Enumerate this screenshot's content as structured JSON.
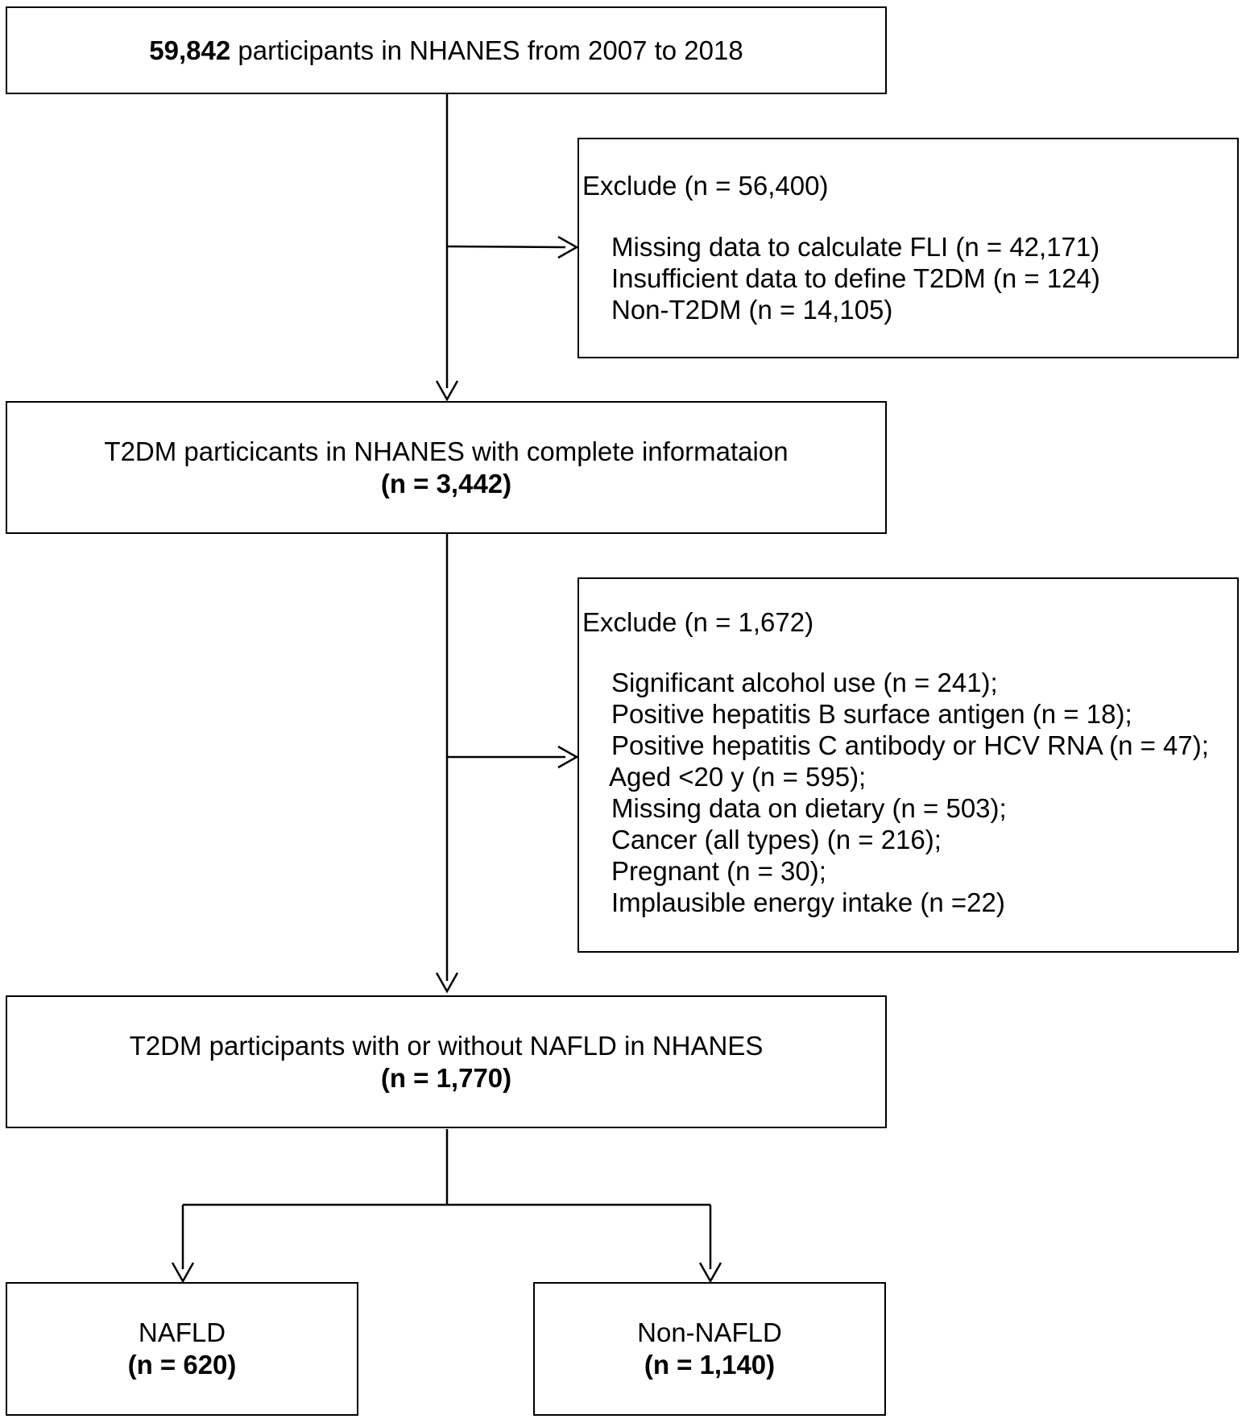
{
  "start": {
    "count": "59,842",
    "text": "participants in NHANES from 2007 to 2018"
  },
  "exclude1": {
    "title": "Exclude (n = 56,400)",
    "items": [
      "Missing data to calculate FLI (n =  42,171)",
      "Insufficient data to define T2DM (n = 124)",
      "Non-T2DM (n = 14,105)"
    ]
  },
  "step2": {
    "text": "T2DM particicants in NHANES with complete informataion",
    "n": "(n = 3,442)"
  },
  "exclude2": {
    "title": "Exclude (n = 1,672)",
    "items": [
      "Significant alcohol use (n = 241);",
      "Positive hepatitis B surface antigen (n = 18);",
      "Positive hepatitis C antibody or HCV RNA (n = 47);",
      "Aged <20 y (n = 595);",
      "Missing data on dietary (n = 503);",
      "Cancer (all types) (n = 216);",
      "Pregnant (n = 30);",
      "Implausible energy intake (n =22)"
    ]
  },
  "step3": {
    "text": "T2DM participants with or without NAFLD in NHANES",
    "n": "(n = 1,770)"
  },
  "nafld": {
    "label": "NAFLD",
    "n": "(n = 620)"
  },
  "non_nafld": {
    "label": "Non-NAFLD",
    "n": "(n = 1,140)"
  }
}
